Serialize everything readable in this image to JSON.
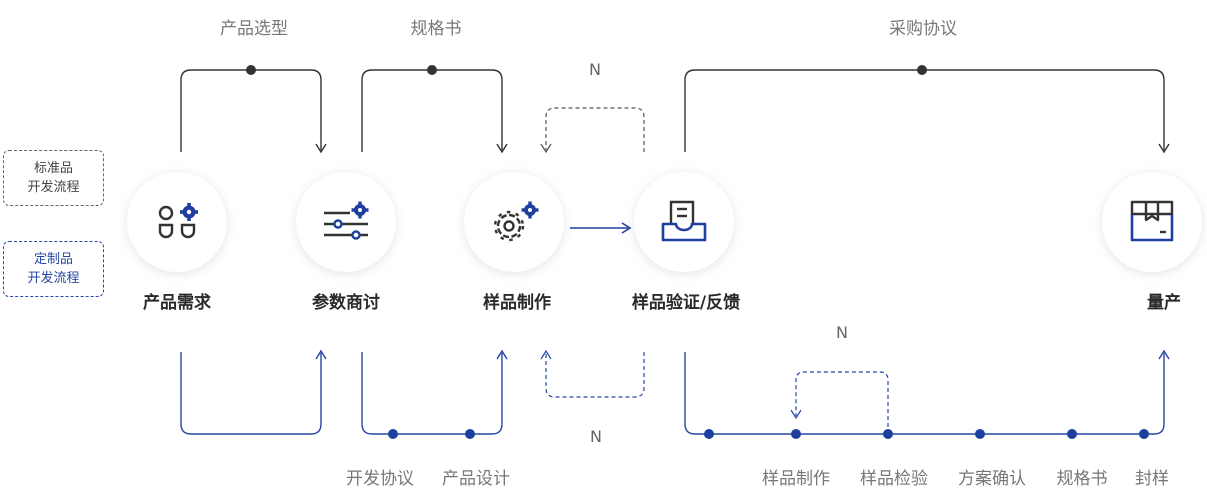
{
  "legend": {
    "standard": [
      "标准品",
      "开发流程"
    ],
    "custom": [
      "定制品",
      "开发流程"
    ]
  },
  "nodes": [
    {
      "id": "n1",
      "label": "产品需求",
      "icon": "apps-gear-icon"
    },
    {
      "id": "n2",
      "label": "参数商讨",
      "icon": "sliders-gear-icon"
    },
    {
      "id": "n3",
      "label": "样品制作",
      "icon": "gears-icon"
    },
    {
      "id": "n4",
      "label": "样品验证/反馈",
      "icon": "inbox-document-icon"
    },
    {
      "id": "n5",
      "label": "量产",
      "icon": "package-box-icon"
    }
  ],
  "top_steps": [
    "产品选型",
    "规格书",
    "采购协议"
  ],
  "bottom_steps_left": [
    "开发协议",
    "产品设计"
  ],
  "bottom_steps_right": [
    "样品制作",
    "样品检验",
    "方案确认",
    "规格书",
    "封样"
  ],
  "loop_labels": [
    "N",
    "N",
    "N"
  ],
  "colors": {
    "standard_line": "#333333",
    "custom_line": "#2647a3",
    "accent": "#1f3f9e",
    "icon_dark": "#333333"
  }
}
